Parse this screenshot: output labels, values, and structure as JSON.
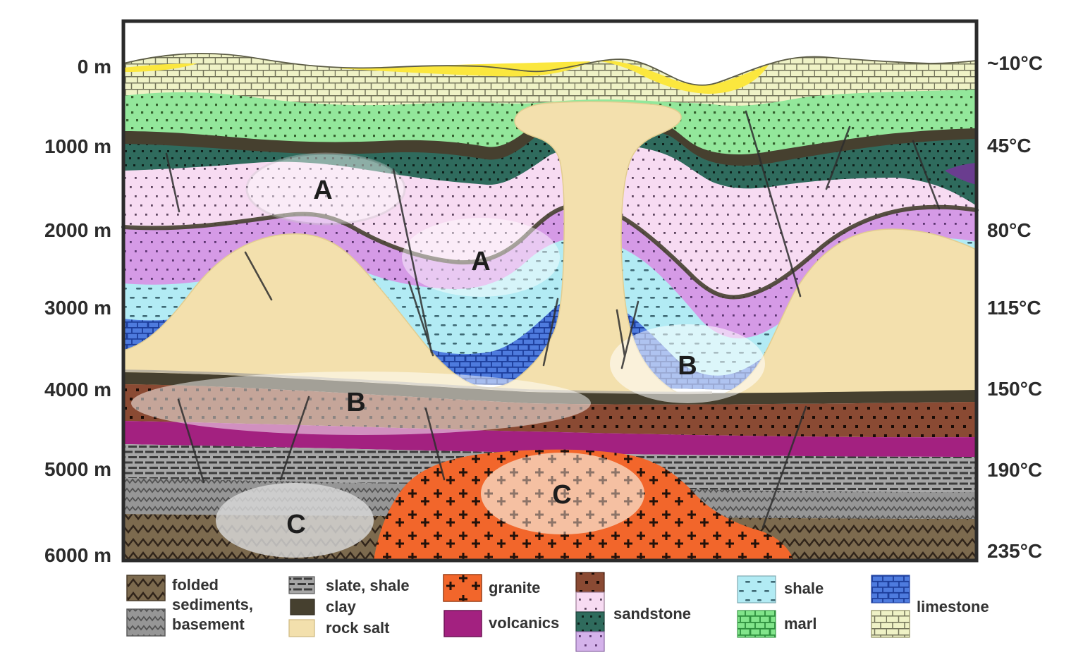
{
  "diagram": {
    "type": "geological-cross-section",
    "axes": {
      "depth": [
        "0 m",
        "1000 m",
        "2000 m",
        "3000 m",
        "4000 m",
        "5000 m",
        "6000 m"
      ],
      "temperature": [
        "~10°C",
        "45°C",
        "80°C",
        "115°C",
        "150°C",
        "190°C",
        "235°C"
      ]
    },
    "depth_temperature_pairs": [
      [
        "0 m",
        "~10°C"
      ],
      [
        "1000 m",
        "45°C"
      ],
      [
        "2000 m",
        "80°C"
      ],
      [
        "3000 m",
        "115°C"
      ],
      [
        "4000 m",
        "150°C"
      ],
      [
        "5000 m",
        "190°C"
      ],
      [
        "6000 m",
        "235°C"
      ]
    ],
    "annotations": {
      "a_left": "A",
      "a_center": "A",
      "b_left": "B",
      "b_right": "B",
      "c_left": "C",
      "c_center": "C"
    },
    "legend": {
      "folded_line1": "folded",
      "folded_line2": "sediments,",
      "folded_line3": "basement",
      "slate_shale": "slate, shale",
      "clay": "clay",
      "rock_salt": "rock salt",
      "granite": "granite",
      "volcanics": "volcanics",
      "sandstone": "sandstone",
      "shale": "shale",
      "marl": "marl",
      "limestone": "limestone"
    },
    "colors": {
      "rock_salt": "#f3e0ad",
      "clay": "#46402f",
      "granite": "#f2662b",
      "volcanics": "#a32180",
      "marl": "#93e79b",
      "shale": "#b2ebf4",
      "limestone_blue": "#4e7bde",
      "limestone_pale": "#eff2c6",
      "sandstone_teal": "#2f6b5d",
      "sandstone_pink": "#f7dbf2",
      "sandstone_purple": "#d59ae6",
      "sandstone_brown": "#8a4a33",
      "slate_shale": "#a6a6a6",
      "basement": "#969696",
      "folded_sediments": "#7c6a4e",
      "surface_yellow": "#fbe73e"
    }
  }
}
